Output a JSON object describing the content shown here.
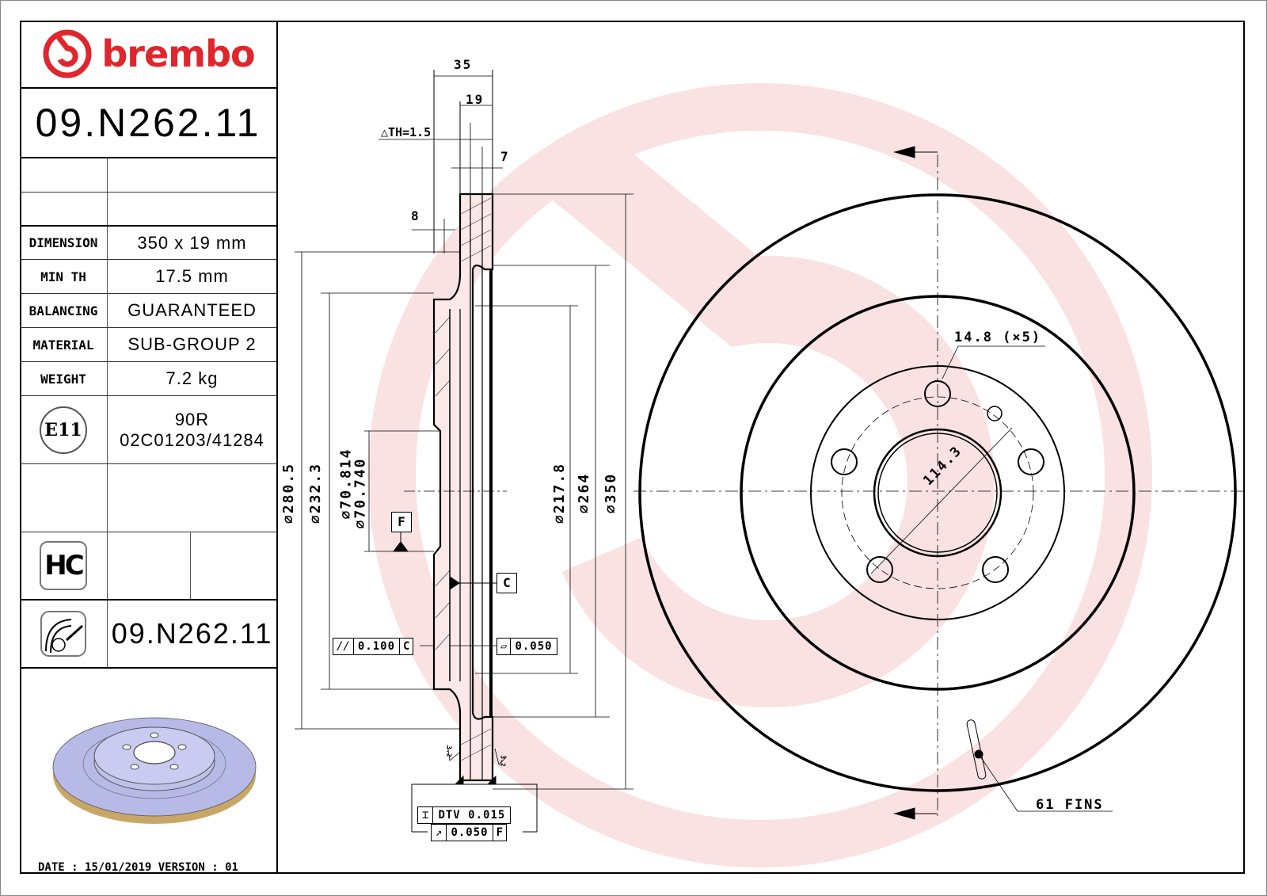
{
  "brand": {
    "name": "brembo",
    "color": "#e0262d",
    "logo_icon": "brembo-disc-logo-icon"
  },
  "part_number": "09.N262.11",
  "title_block": {
    "specs": [
      {
        "label": "DIMENSION",
        "value": "350 x 19 mm"
      },
      {
        "label": "MIN TH",
        "value": "17.5 mm"
      },
      {
        "label": "BALANCING",
        "value": "GUARANTEED"
      },
      {
        "label": "MATERIAL",
        "value": "SUB-GROUP 2"
      },
      {
        "label": "WEIGHT",
        "value": "7.2 kg"
      }
    ],
    "approval": {
      "mark": "E11",
      "regulation": "90R",
      "code": "02C01203/41284"
    },
    "hc_badge": "HC",
    "product_icon": "brake-disc-icon",
    "part_number_repeat": "09.N262.11"
  },
  "footer": {
    "date_label": "DATE",
    "date": "15/01/2019",
    "version_label": "VERSION",
    "version": "01"
  },
  "section_view": {
    "dims_top": {
      "overall_width": "35",
      "thickness": "19",
      "delta_th": "△TH=1.5",
      "groove": "7",
      "hat_offset": "8"
    },
    "diameters": [
      "⌀280.5",
      "⌀232.3",
      "⌀70.814",
      "⌀70.740",
      "⌀217.8",
      "⌀264",
      "⌀350"
    ],
    "datum_f": "F",
    "datum_c": "C",
    "parallelism": {
      "symbol": "//",
      "value": "0.100",
      "datum": "C"
    },
    "flatness": {
      "symbol": "▱",
      "value": "0.050"
    },
    "dtv": {
      "symbol": "⌶",
      "label": "DTV 0.015"
    },
    "runout": {
      "symbol": "↗",
      "value": "0.050",
      "datum": "F"
    },
    "roughness_left": "3.2",
    "roughness_right": "3.2"
  },
  "front_view": {
    "bolt_hole": "14.8 (×5)",
    "pcd": "114.3",
    "fins": "61 FINS"
  }
}
